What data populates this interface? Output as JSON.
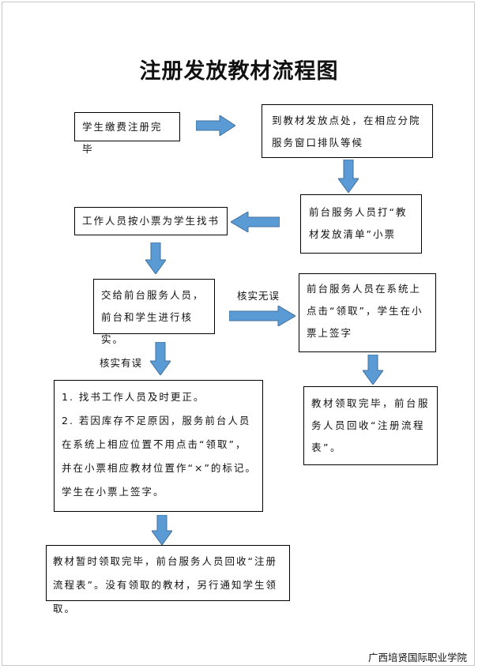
{
  "title": "注册发放教材流程图",
  "steps": {
    "pay_register": "学生缴费注册完毕",
    "queue": "到教材发放点处，在相应分院服务窗口排队等候",
    "print_slip": "前台服务人员打“教材发放清单”小票",
    "find_books": "工作人员按小票为学生找书",
    "handover_verify": "交给前台服务人员，前台和学生进行核实。",
    "system_claim": "前台服务人员在系统上点击“领取”，学生在小票上签字",
    "complete_collect": "教材领取完毕，前台服务人员回收“注册流程表”。",
    "error_fix": [
      "1. 找书工作人员及时更正。",
      "2. 若因库存不足原因，服务前台人员在系统上相应位置不用点击“领取”，并在小票相应教材位置作“×”的标记。学生在小票上签字。"
    ],
    "temp_complete": "教材暂时领取完毕，前台服务人员回收“注册流程表”。没有领取的教材，另行通知学生领取。"
  },
  "labels": {
    "verify_ok": "核实无误",
    "verify_err": "核实有误"
  },
  "footer": "广西培贤国际职业学院",
  "colors": {
    "arrow": "#5b9bd5",
    "border": "#000000"
  }
}
